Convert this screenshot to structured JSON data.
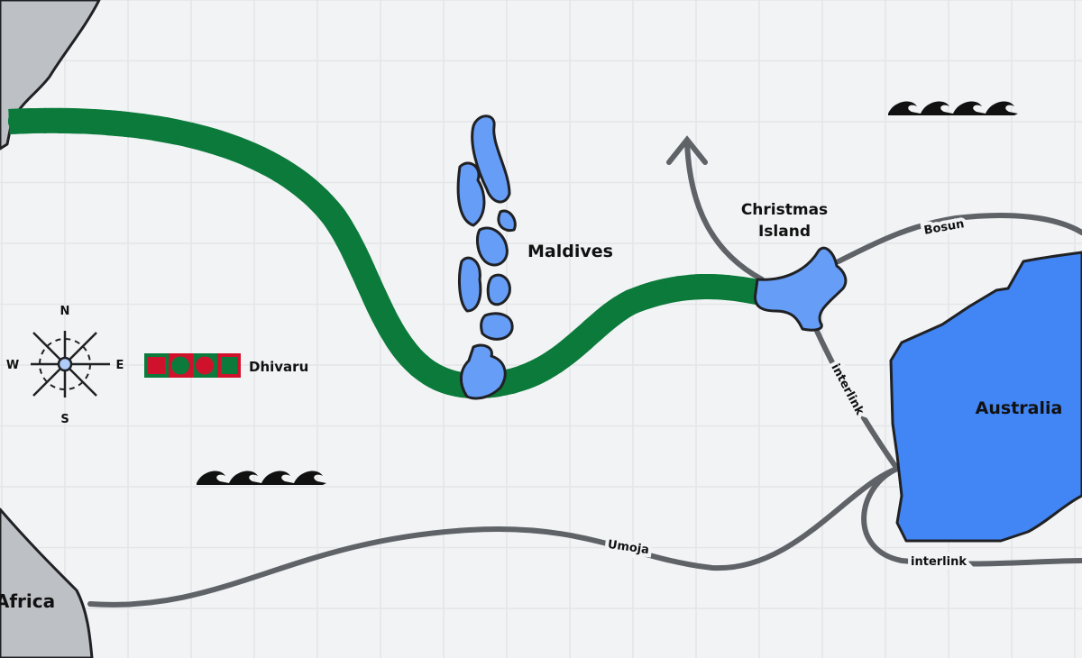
{
  "colors": {
    "background": "#f1f3f4",
    "grid": "#e3e5e8",
    "dhivaru_red": "#d0112b",
    "dhivaru_green": "#0b7a3b",
    "island_blue": "#669df6",
    "australia_blue": "#4285f4",
    "land_gray": "#bdc1c6",
    "cable_gray": "#5f6368"
  },
  "places": {
    "maldives": "Maldives",
    "christmas_island_line1": "Christmas",
    "christmas_island_line2": "Island",
    "australia": "Australia",
    "africa": "Africa"
  },
  "cables": {
    "bosun": "Bosun",
    "interlink_north": "interlink",
    "interlink_south": "interlink",
    "umoja": "Umoja",
    "dhivaru": "Dhivaru"
  },
  "legend": {
    "dhivaru_label": "Dhivaru"
  },
  "compass": {
    "north": "N",
    "south": "S",
    "east": "E",
    "west": "W"
  },
  "icons": [
    "compass-rose-icon",
    "wave-icon",
    "arrow-up-icon"
  ]
}
